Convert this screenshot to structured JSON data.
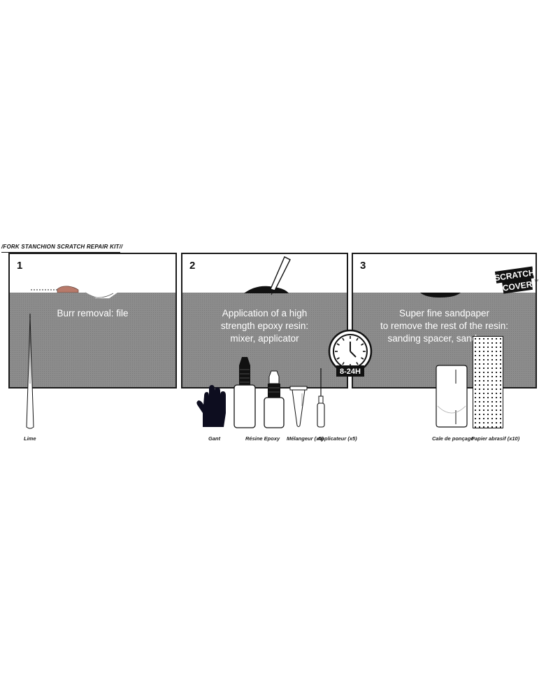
{
  "header": {
    "title": "/FORK STANCHION SCRATCH REPAIR KIT//"
  },
  "panels": [
    {
      "number": "1",
      "caption_lines": [
        "Burr removal: file"
      ]
    },
    {
      "number": "2",
      "caption_lines": [
        "Application of a high",
        "strength epoxy resin:",
        "mixer, applicator"
      ]
    },
    {
      "number": "3",
      "caption_lines": [
        "Super fine sandpaper",
        "to remove the rest of the resin:",
        "sanding spacer, sandpaper"
      ]
    }
  ],
  "timer": {
    "label": "8-24H"
  },
  "logo": {
    "line1": "SCRATCH",
    "line2": "COVER",
    "tm": "TM"
  },
  "tools": {
    "file": "Lime",
    "glove": "Gant",
    "resin": "Résine Epoxy",
    "mixer": "Mélangeur (x5)",
    "applicator": "Applicateur (x5)",
    "spacer": "Cale de ponçage",
    "sandpaper": "Papier abrasif (x10)"
  },
  "colors": {
    "panel_border": "#1a1a1a",
    "surface": "#8c8c8c",
    "burr": "#b87a6a",
    "resin": "#111111",
    "glove": "#0d0d1f"
  }
}
